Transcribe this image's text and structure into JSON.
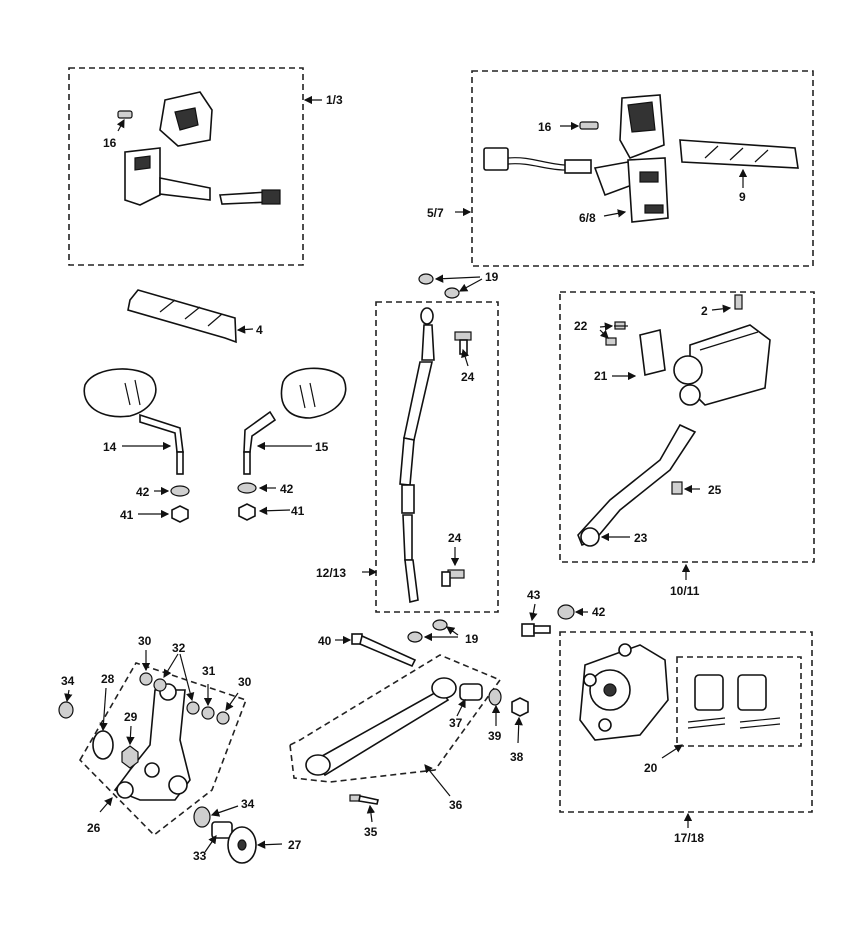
{
  "labels": {
    "l_1_3": "1/3",
    "l_16a": "16",
    "l_5_7": "5/7",
    "l_16b": "16",
    "l_6_8": "6/8",
    "l_9": "9",
    "l_19a": "19",
    "l_19b": "19",
    "l_4": "4",
    "l_14": "14",
    "l_15": "15",
    "l_42a": "42",
    "l_42b": "42",
    "l_42c": "42",
    "l_41a": "41",
    "l_41b": "41",
    "l_24a": "24",
    "l_24b": "24",
    "l_12_13": "12/13",
    "l_2": "2",
    "l_22": "22",
    "l_21": "21",
    "l_25": "25",
    "l_23": "23",
    "l_10_11": "10/11",
    "l_43": "43",
    "l_40": "40",
    "l_30a": "30",
    "l_30b": "30",
    "l_32": "32",
    "l_31": "31",
    "l_34a": "34",
    "l_34b": "34",
    "l_28": "28",
    "l_29": "29",
    "l_26": "26",
    "l_33": "33",
    "l_27": "27",
    "l_37": "37",
    "l_39": "39",
    "l_38": "38",
    "l_36": "36",
    "l_35": "35",
    "l_20": "20",
    "l_17_18": "17/18"
  }
}
